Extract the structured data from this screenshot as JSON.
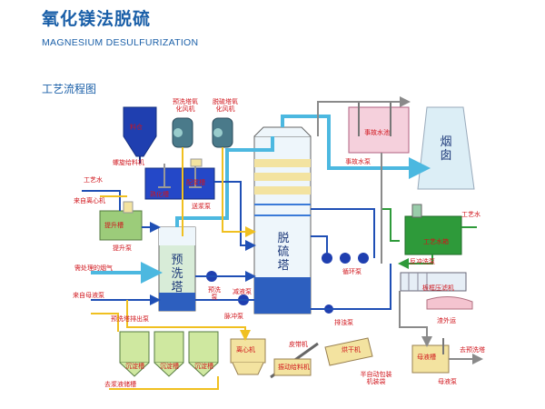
{
  "header": {
    "title": "氧化镁法脱硫",
    "subtitle": "MAGNESIUM DESULFURIZATION",
    "section": "工艺流程图"
  },
  "labels": {
    "silo": "料仓",
    "slurry_feed_pump": "螺旋给料机",
    "process_water_left": "工艺水",
    "slurry_tank": "熟化槽",
    "feed_tank": "配浆槽",
    "feed_pump": "送浆泵",
    "from_centrifuge": "来自离心机",
    "lift_tank": "提升槽",
    "lift_pump": "提升泵",
    "flue_gas": "需处理的烟气",
    "from_mother_liquor": "来自母液泵",
    "prewash_fan": "预洗塔氧化风机",
    "desulf_fan": "脱硫塔氧化风机",
    "prewash_tower": "预洗塔",
    "prewash_pump": "预洗泵",
    "prewash_return_pump": "减液泵",
    "pulse_pump": "脉冲泵",
    "prewash_discharge_pump": "预洗塔排出泵",
    "desulf_tower": "脱硫塔",
    "circ_pump": "循环泵",
    "discharge_pump": "排浊泵",
    "accident_tank": "事故水池",
    "accident_pump": "事故水泵",
    "chimney": "烟囱",
    "process_water_right": "工艺水",
    "process_water_tank": "工艺水箱",
    "backwash_pump": "反冲洗泵",
    "filter_press": "板框压滤机",
    "slag_out": "渣外运",
    "settling_tank_1": "沉淀槽",
    "settling_tank_2": "沉淀槽",
    "settling_tank_3": "沉淀槽",
    "centrifuge": "离心机",
    "belt_conveyor": "皮带机",
    "vibrating_feeder": "振动给料机",
    "dryer": "烘干机",
    "auto_packer": "半自动包装机装袋",
    "mother_liquor_tank": "母液槽",
    "to_prewash": "去预洗塔",
    "mother_liquor_pump": "母液泵",
    "to_mother_liquor_tank": "去浆液储槽"
  }
}
